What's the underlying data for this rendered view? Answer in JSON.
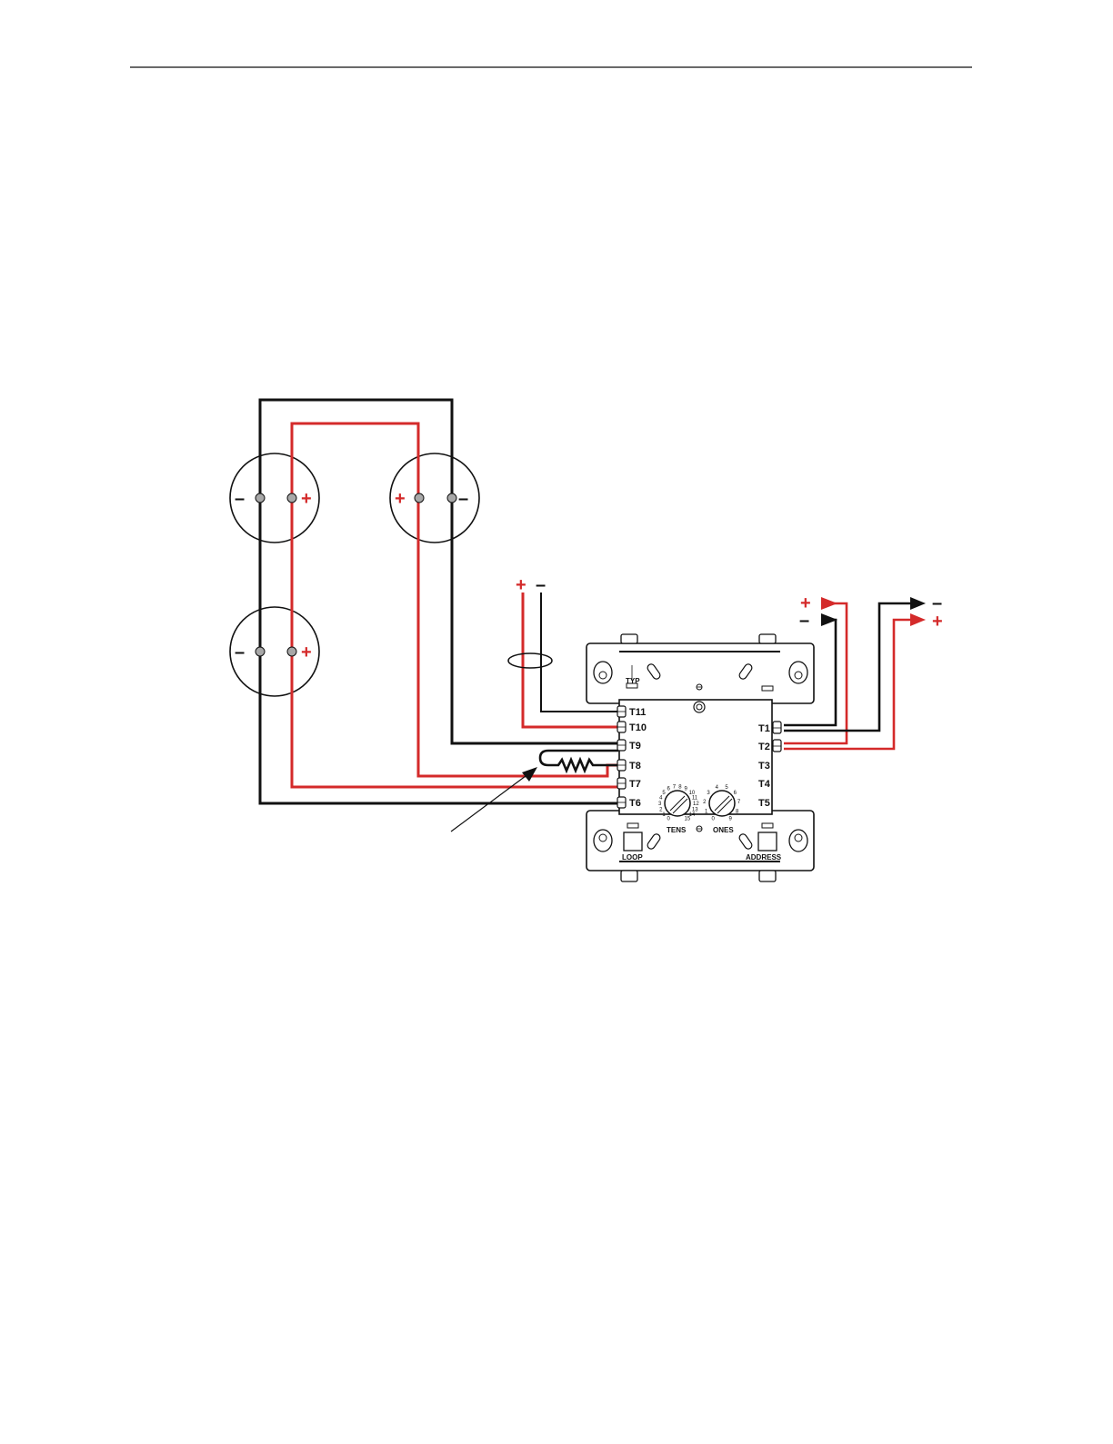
{
  "colors": {
    "positive": "#d42a2a",
    "negative": "#111111",
    "terminal_dot": "#a8a8a8"
  },
  "signs": {
    "plus": "+",
    "minus": "–"
  },
  "module": {
    "terminals_left": [
      "T11",
      "T10",
      "T9",
      "T8",
      "T7",
      "T6"
    ],
    "terminals_right": [
      "T1",
      "T2",
      "T3",
      "T4",
      "T5"
    ],
    "label_typ": "TYP",
    "label_tens": "TENS",
    "label_ones": "ONES",
    "label_loop": "LOOP",
    "label_address": "ADDRESS",
    "tens_dial_numbers": [
      "0",
      "1",
      "2",
      "3",
      "4",
      "5",
      "6",
      "7",
      "8",
      "9",
      "10",
      "11",
      "12",
      "13",
      "14",
      "15"
    ],
    "ones_dial_numbers": [
      "0",
      "1",
      "2",
      "3",
      "4",
      "5",
      "6",
      "7",
      "8",
      "9"
    ]
  }
}
